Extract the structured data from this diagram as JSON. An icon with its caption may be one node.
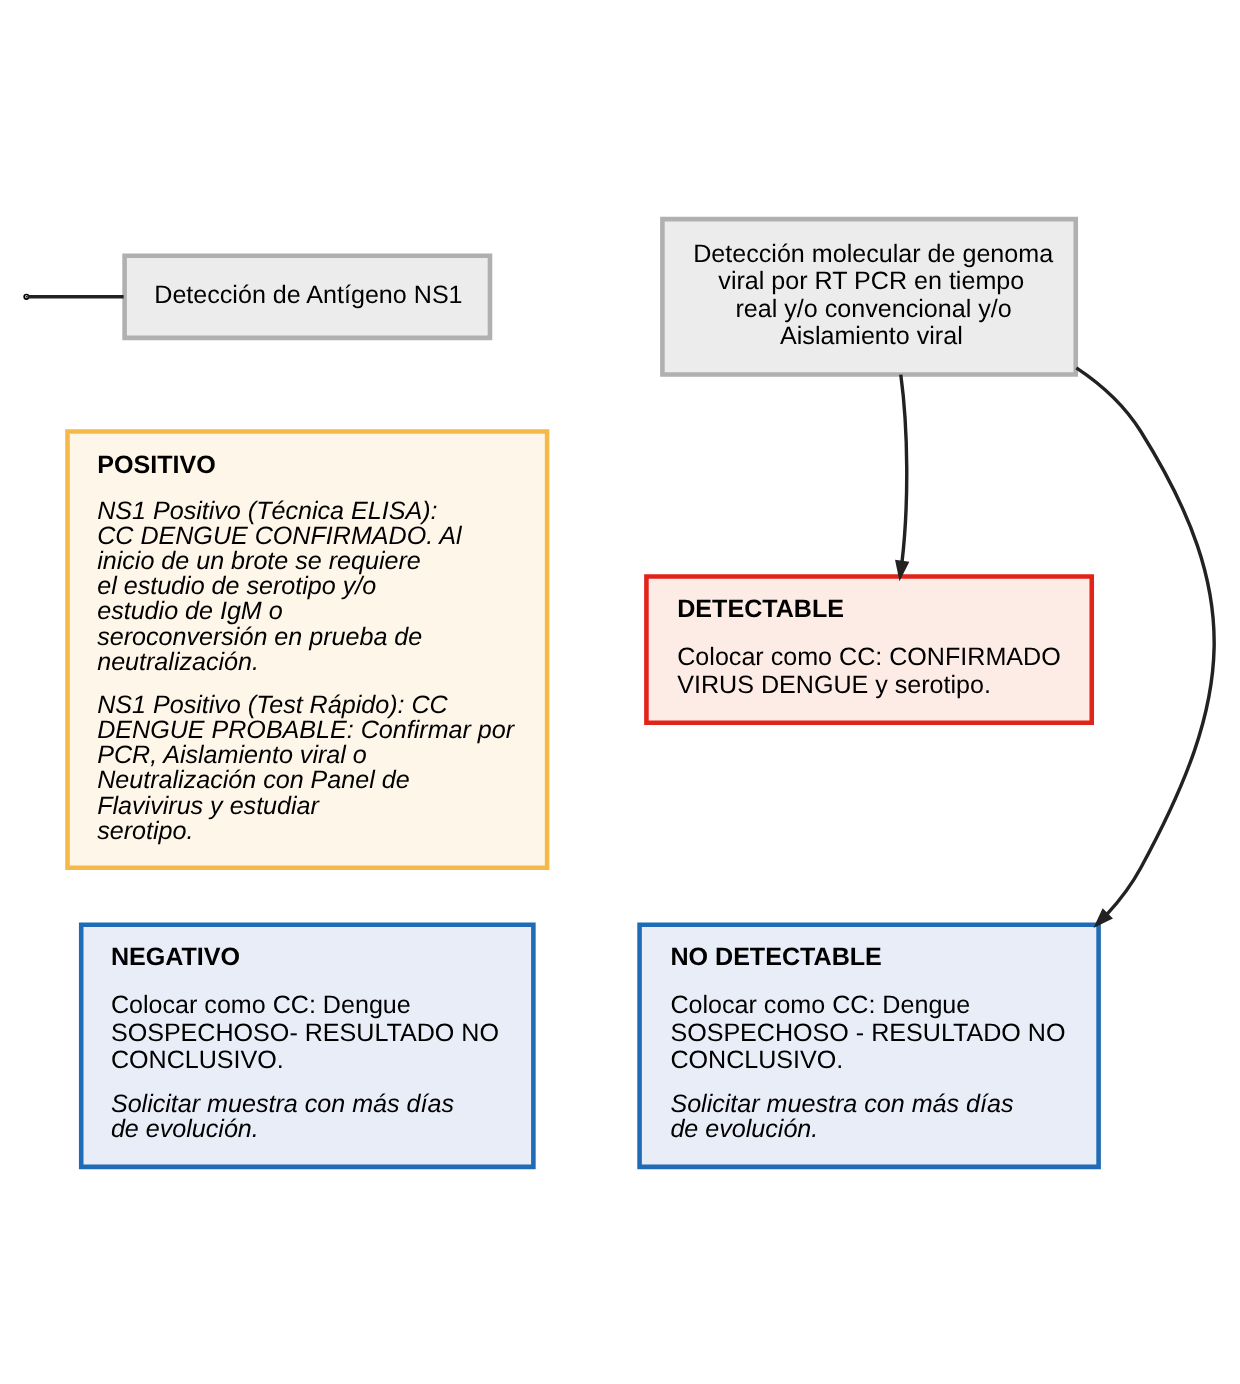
{
  "diagram": {
    "nodes": [
      {
        "text": [
          "Detección de Antígeno NS1"
        ]
      },
      {
        "text": [
          "POSITIVO",
          "NS1 Positivo (Técnica ELISA): CC DENGUE CONFIRMADO. Al inicio de un brote se requiere el estudio de serotipo y/o estudio de IgM o seroconversión en prueba de neutralización.",
          "NS1 Positivo (Test Rápido): CC DENGUE PROBABLE: Confirmar por PCR, Aislamiento viral o Neutralización con Panel de Flavivirus y estudiar serotipo."
        ]
      },
      {
        "text": [
          "NEGATIVO",
          "Colocar como CC: Dengue SOSPECHOSO- RESULTADO NO CONCLUSIVO.",
          "Solicitar muestra con más días de evolución."
        ]
      },
      {
        "text": [
          "Detección molecular de genoma viral por RT PCR en tiempo real y/o convencional y/o Aislamiento viral"
        ]
      },
      {
        "text": [
          "DETECTABLE",
          "Colocar como CC: CONFIRMADO VIRUS DENGUE y serotipo."
        ]
      },
      {
        "text": [
          "NO DETECTABLE",
          "Colocar como CC: Dengue SOSPECHOSO - RESULTADO NO CONCLUSIVO.",
          "Solicitar muestra con más días de evolución."
        ]
      }
    ],
    "edges": [
      {
        "from": null,
        "to": 0,
        "arrow": "none"
      },
      {
        "from": 3,
        "to": 4,
        "arrow": "to"
      },
      {
        "from": 3,
        "to": 5,
        "arrow": "to"
      }
    ]
  }
}
